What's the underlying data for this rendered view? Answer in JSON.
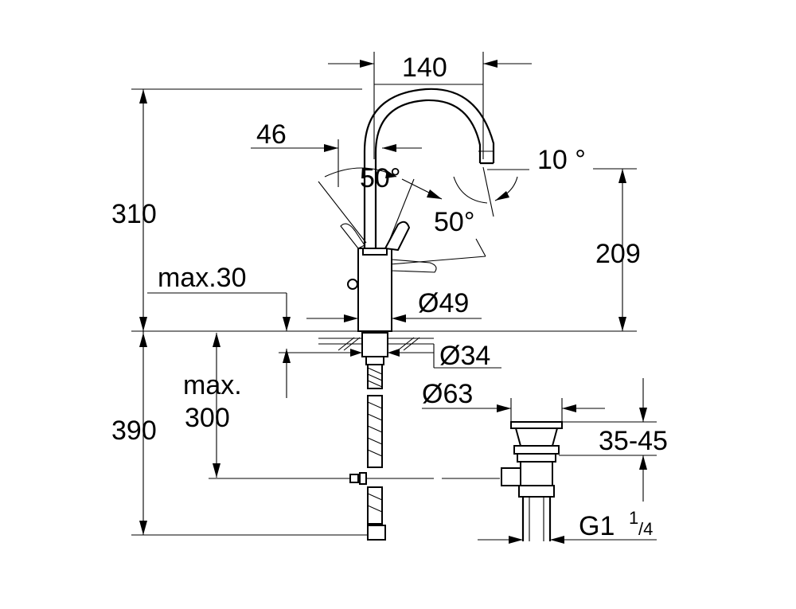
{
  "dimensions": {
    "width_140": "140",
    "offset_46": "46",
    "angle_lever_left": "50°",
    "angle_lever_right": "50°",
    "angle_spout": "10 °",
    "height_310": "310",
    "height_209": "209",
    "max_30": "max.30",
    "dia_49": "Ø49",
    "dia_34": "Ø34",
    "max_300_line1": "max.",
    "max_300_line2": "300",
    "height_390": "390",
    "dia_63": "Ø63",
    "range_35_45": "35-45",
    "thread_main": "G1",
    "thread_sup": "1",
    "thread_sub": "/4"
  },
  "colors": {
    "line": "#000000",
    "background": "#ffffff"
  }
}
